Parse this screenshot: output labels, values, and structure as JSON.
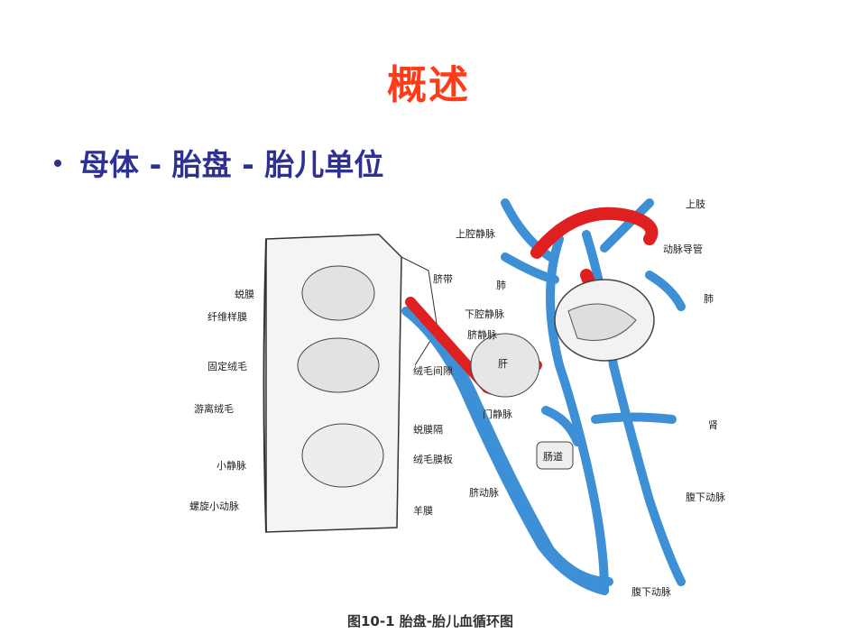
{
  "slide": {
    "title": "概述",
    "bullet": "母体 - 胎盘 - 胎儿单位"
  },
  "figure": {
    "caption": "图10-1  胎盘-胎儿血循环图",
    "labels_left": [
      "蜕膜",
      "纤维样膜",
      "固定绒毛",
      "游离绒毛",
      "小静脉",
      "螺旋小动脉"
    ],
    "labels_mid": [
      "脐带",
      "绒毛间隙",
      "蜕膜隔",
      "绒毛膜板",
      "羊膜"
    ],
    "labels_right": [
      "上肢",
      "上腔静脉",
      "动脉导管",
      "肺",
      "肺",
      "下腔静脉",
      "脐静脉",
      "肝",
      "门静脉",
      "肠道",
      "肾",
      "脐动脉",
      "腹下动脉",
      "腹下动脉"
    ]
  },
  "colors": {
    "title": "#ff3b1a",
    "bullet": "#2e3192",
    "vein_blue": "#3d8fd6",
    "artery_red": "#e02020"
  }
}
